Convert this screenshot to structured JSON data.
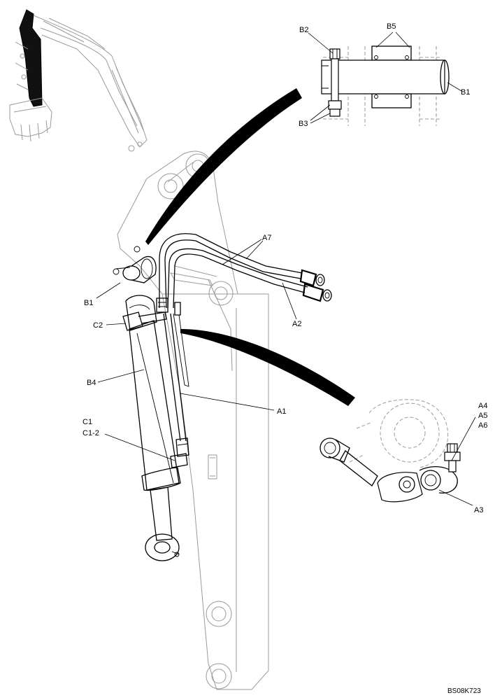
{
  "labels": {
    "B2": "B2",
    "B5": "B5",
    "B1_top": "B1",
    "B3": "B3",
    "A7": "A7",
    "B1_left": "B1",
    "C2": "C2",
    "A2": "A2",
    "B4": "B4",
    "A1": "A1",
    "C1": "C1",
    "C1_2": "C1-2",
    "A4": "A4",
    "A5": "A5",
    "A6": "A6",
    "A3": "A3"
  },
  "reference_code": "BS08K723"
}
